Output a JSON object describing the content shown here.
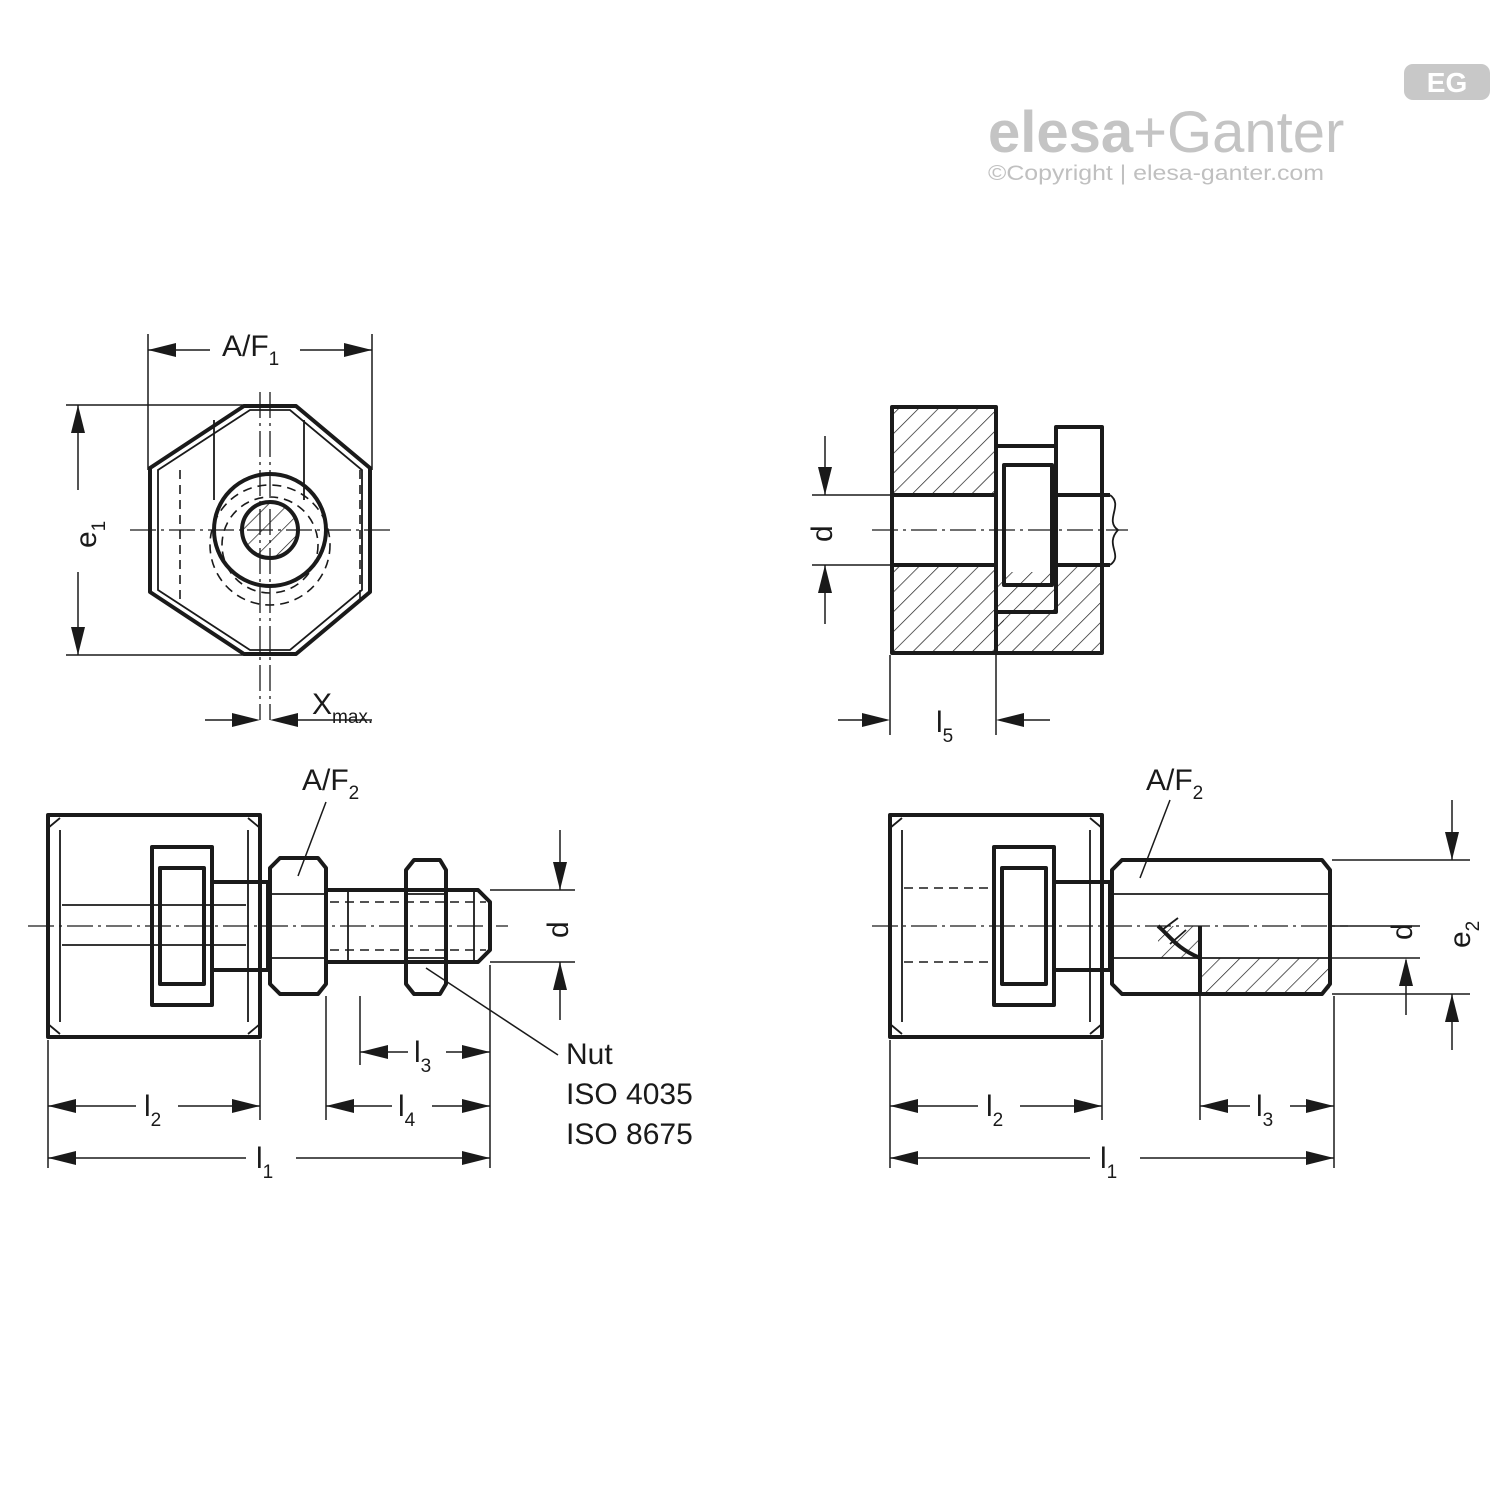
{
  "brand": {
    "logo_badge": "EG",
    "logo_name_a": "elesa",
    "logo_plus": "+",
    "logo_name_b": "Ganter",
    "copyright": "©Copyright | elesa-ganter.com"
  },
  "labels": {
    "af1_base": "A/F",
    "af1_sub": "1",
    "e1_base": "e",
    "e1_sub": "1",
    "xmax_base": "X",
    "xmax_sub": "max.",
    "d_section": "d",
    "l5_base": "l",
    "l5_sub": "5",
    "af2_left_base": "A/F",
    "af2_left_sub": "2",
    "d_left": "d",
    "l3_left_base": "l",
    "l3_left_sub": "3",
    "l4_base": "l",
    "l4_sub": "4",
    "l2_left_base": "l",
    "l2_left_sub": "2",
    "l1_left_base": "l",
    "l1_left_sub": "1",
    "nut_line1": "Nut",
    "nut_line2": "ISO 4035",
    "nut_line3": "ISO 8675",
    "af2_right_base": "A/F",
    "af2_right_sub": "2",
    "d_right": "d",
    "e2_base": "e",
    "e2_sub": "2",
    "l2_right_base": "l",
    "l2_right_sub": "2",
    "l3_right_base": "l",
    "l3_right_sub": "3",
    "l1_right_base": "l",
    "l1_right_sub": "1"
  }
}
